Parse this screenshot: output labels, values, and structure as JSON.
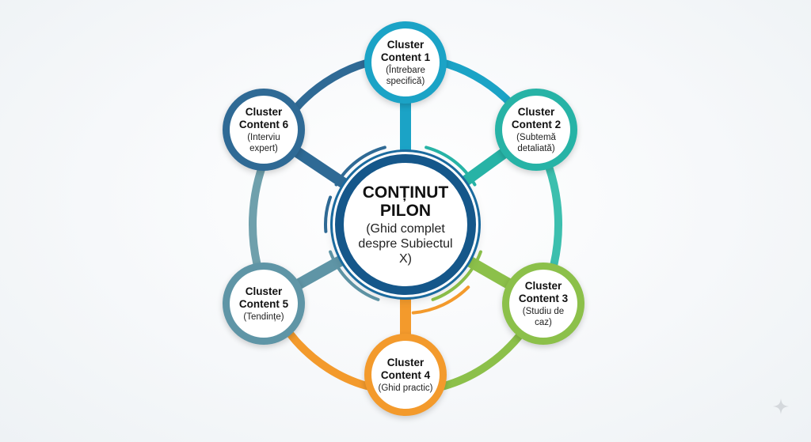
{
  "center": {
    "title_line1": "CONȚINUT",
    "title_line2": "PILON",
    "subtitle": "(Ghid complet despre Subiectul X)",
    "color": "#15578a"
  },
  "clusters": [
    {
      "line1": "Cluster",
      "line2": "Content 1",
      "sub": "(Întrebare specifică)",
      "color": "#1ba3c6"
    },
    {
      "line1": "Cluster",
      "line2": "Content 2",
      "sub": "(Subtemă detaliată)",
      "color": "#27b3a6"
    },
    {
      "line1": "Cluster",
      "line2": "Content 3",
      "sub": "(Studiu de caz)",
      "color": "#8cc04a"
    },
    {
      "line1": "Cluster",
      "line2": "Content 4",
      "sub": "(Ghid practic)",
      "color": "#f39a2c"
    },
    {
      "line1": "Cluster",
      "line2": "Content 5",
      "sub": "(Tendințe)",
      "color": "#5f95a6"
    },
    {
      "line1": "Cluster",
      "line2": "Content 6",
      "sub": "(Interviu expert)",
      "color": "#2f6a95"
    }
  ],
  "ring_colors": {
    "c1_c2": "#1ba3c6",
    "c2_c3": "#3cbfae",
    "c3_c4": "#8cc04a",
    "c4_c5": "#f39a2c",
    "c5_c6": "#6fa0ac",
    "c6_c1": "#2f6a95"
  },
  "icons": {
    "corner": "sparkle-icon"
  }
}
